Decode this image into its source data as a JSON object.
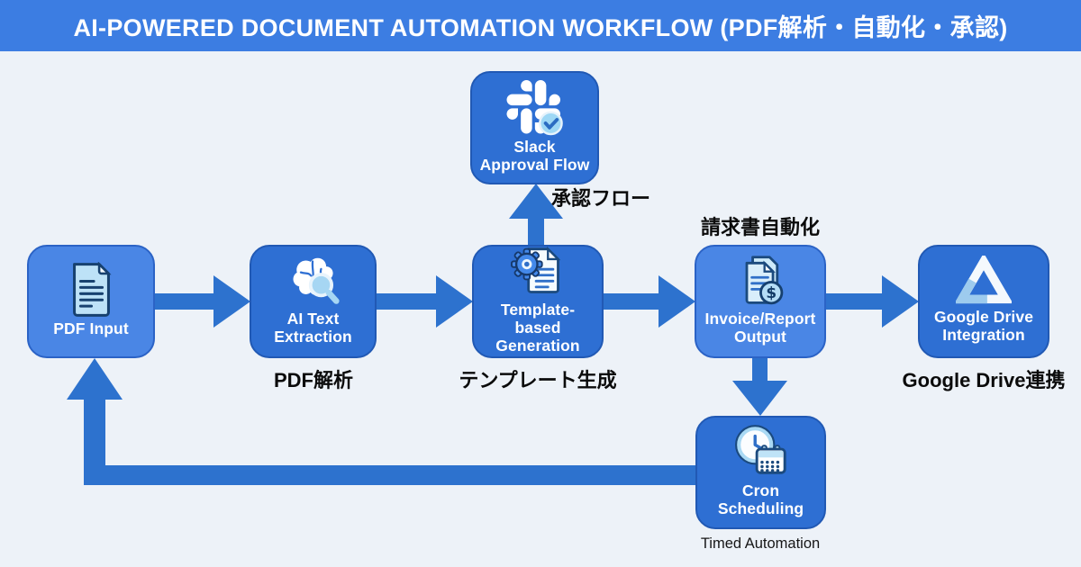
{
  "header": {
    "title": "AI-POWERED DOCUMENT AUTOMATION WORKFLOW (PDF解析・自動化・承認)"
  },
  "nodes": [
    {
      "id": "pdf-input",
      "label": "PDF Input",
      "icon": "document-icon",
      "annotation": ""
    },
    {
      "id": "ai-text-extraction",
      "label": "AI Text Extraction",
      "icon": "brain-search-icon",
      "annotation": "PDF解析"
    },
    {
      "id": "template-generation",
      "label": "Template-based Generation",
      "icon": "gear-document-icon",
      "annotation": "テンプレート生成"
    },
    {
      "id": "invoice-report-output",
      "label": "Invoice/Report Output",
      "icon": "invoice-dollar-icon",
      "annotation": "請求書自動化"
    },
    {
      "id": "google-drive-integration",
      "label": "Google Drive Integration",
      "icon": "google-drive-icon",
      "annotation": "Google Drive連携"
    },
    {
      "id": "slack-approval-flow",
      "label": "Slack Approval Flow",
      "icon": "slack-check-icon",
      "annotation": "承認フロー"
    },
    {
      "id": "cron-scheduling",
      "label": "Cron Scheduling",
      "icon": "clock-calendar-icon",
      "annotation": "Timed Automation"
    }
  ],
  "colors": {
    "header": "#3c7de2",
    "background": "#edf2f8",
    "box_dark": "#2e6fd3",
    "box_light": "#4a86e5",
    "arrow": "#2d72ce",
    "icon_light_blue": "#b9e0f6",
    "icon_outline_navy": "#1b4a7e"
  }
}
